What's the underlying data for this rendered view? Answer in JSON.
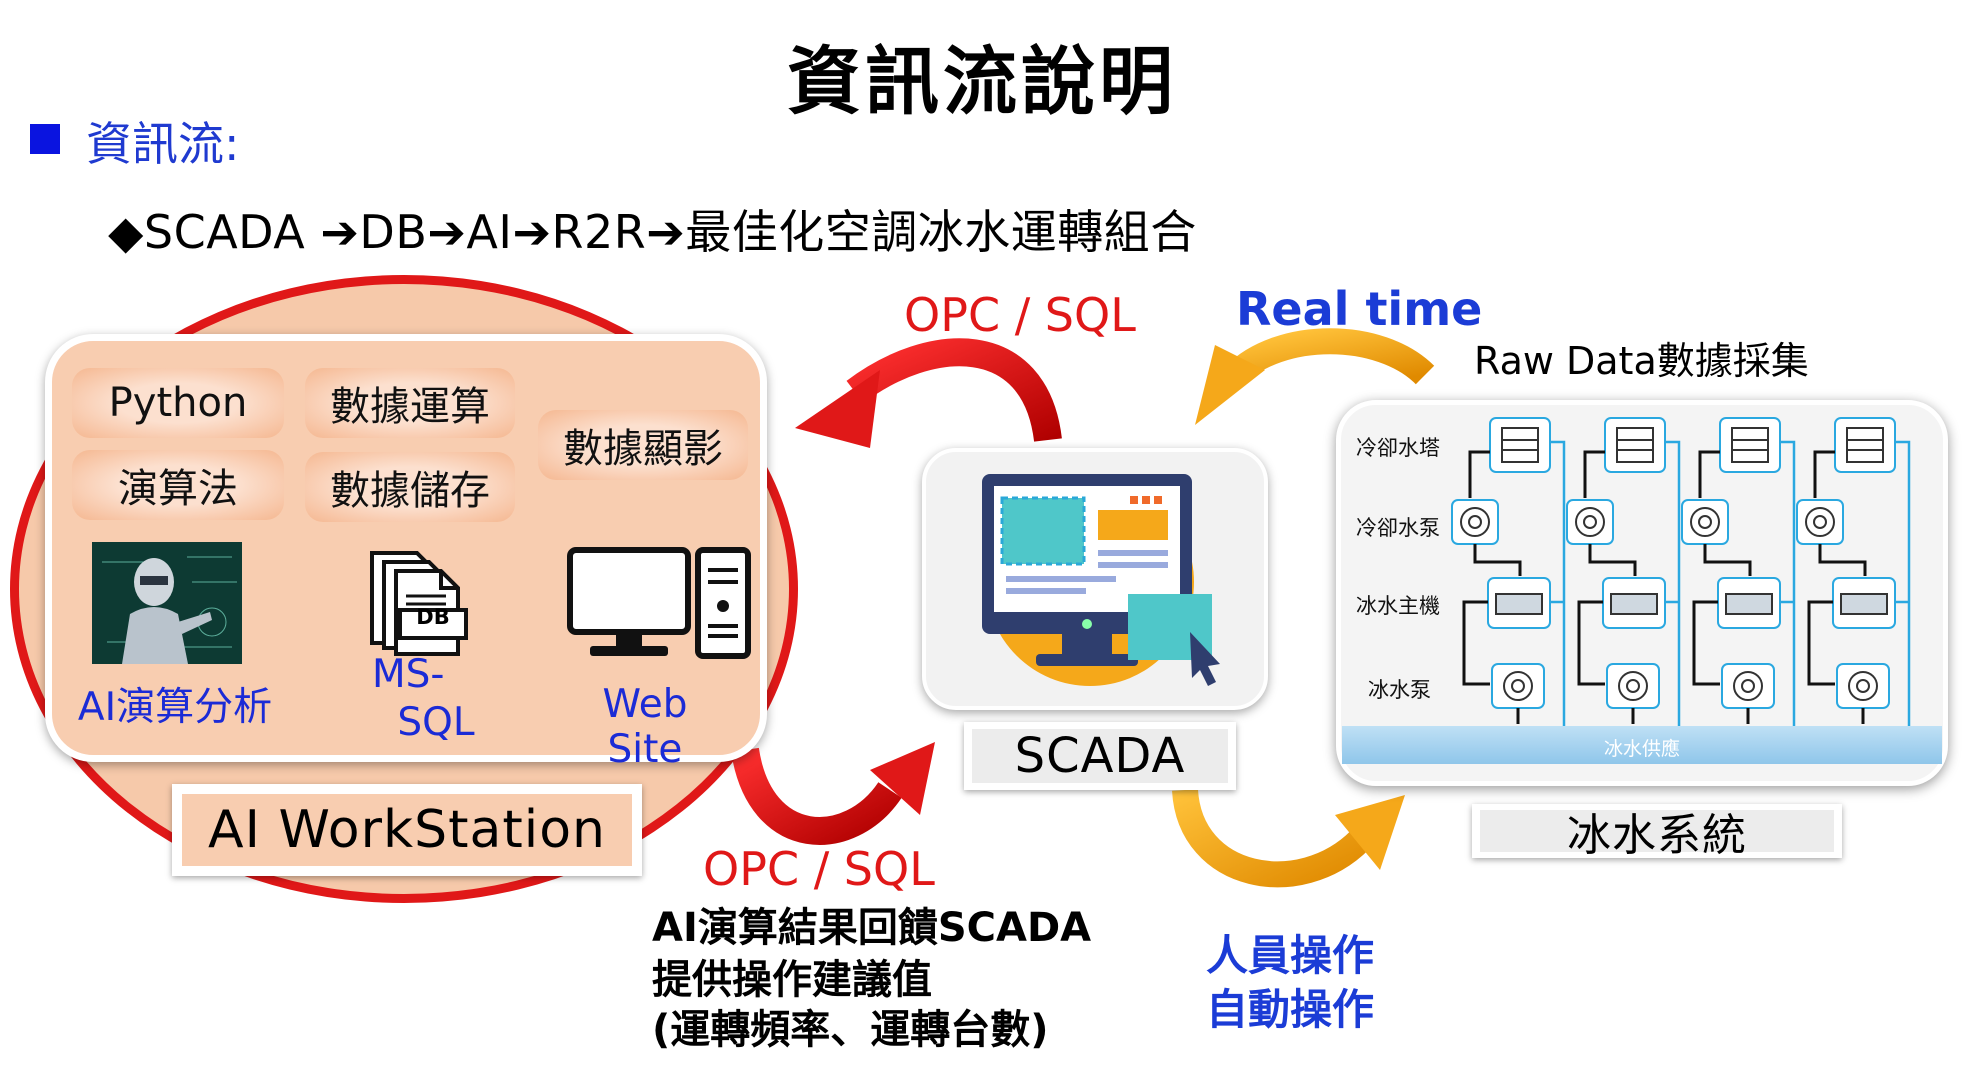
{
  "title": "資訊流說明",
  "bullet": "資訊流:",
  "flow": "◆SCADA ➔DB➔AI➔R2R➔最佳化空調冰水運轉組合",
  "ai_panel": {
    "pills": [
      "Python",
      "數據運算",
      "演算法",
      "數據儲存",
      "數據顯影"
    ],
    "captions": {
      "ai": "AI演算分析",
      "ms_line1": "MS-",
      "ms_line2": "SQL",
      "web": "Web Site"
    },
    "db_icon_text": "DB",
    "label": "AI  WorkStation"
  },
  "scada": {
    "label": "SCADA"
  },
  "chilled_water": {
    "label": "冰水系統",
    "rows": [
      "冷卻水塔",
      "冷卻水泵",
      "冰水主機",
      "冰水泵"
    ],
    "supply": "冰水供應"
  },
  "arrows": {
    "opc_top": "OPC / SQL",
    "realtime": "Real time",
    "rawdata": "Raw Data數據採集",
    "opc_bottom": "OPC / SQL",
    "feedback": [
      "AI演算結果回饋SCADA",
      "提供操作建議值",
      "(運轉頻率、運轉台數)"
    ],
    "operation": [
      "人員操作",
      "自動操作"
    ]
  },
  "colors": {
    "red": "#e01818",
    "orange": "#f5a81a",
    "blue": "#1b3cd6",
    "peach": "#f8cdb0"
  }
}
